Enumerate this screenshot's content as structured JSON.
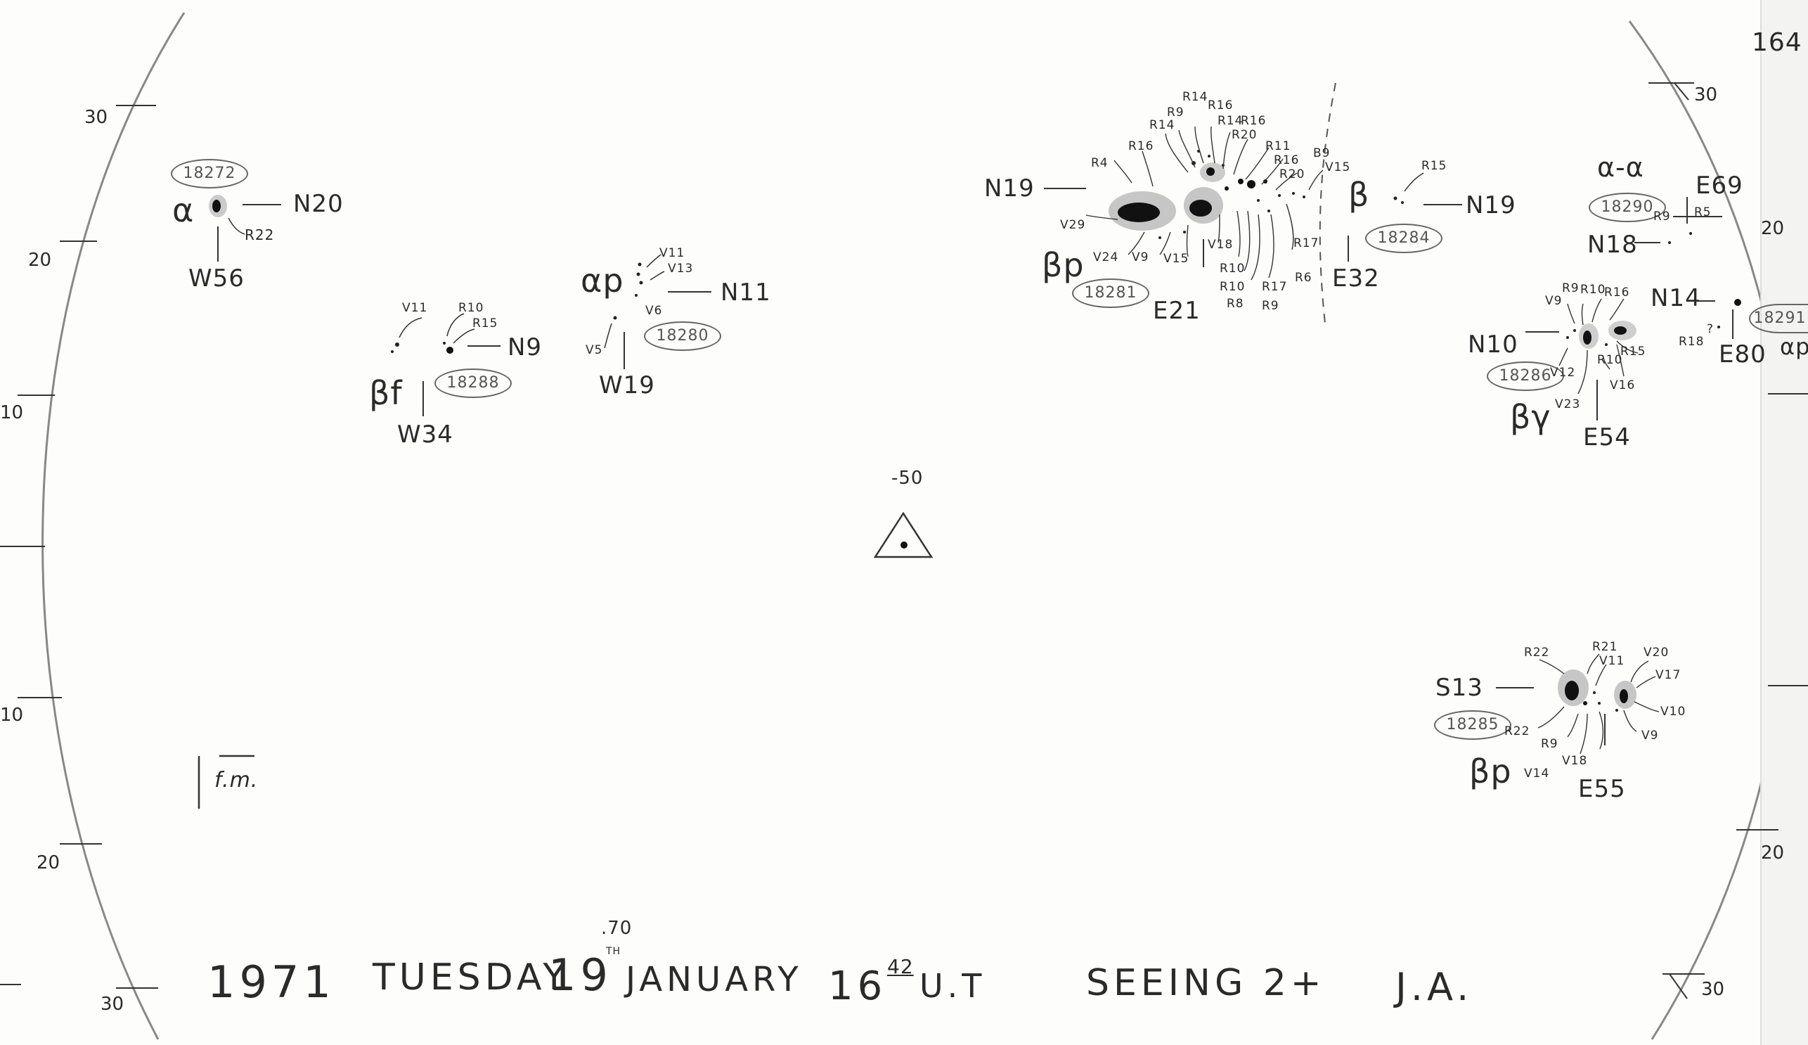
{
  "page_number": "164",
  "scale_left": [
    "30",
    "20",
    "10",
    "10",
    "20",
    "30"
  ],
  "scale_right": [
    "30",
    "20",
    "20",
    "30"
  ],
  "center_mark": "-50",
  "scale_bar_label": "f.m.",
  "groups": [
    {
      "noaa": "18272",
      "class": "α",
      "lat": "N20",
      "lon": "W56",
      "spots": [
        "R22"
      ]
    },
    {
      "noaa": "18288",
      "class": "βf",
      "lat": "N9",
      "lon": "W34",
      "spots": [
        "V11",
        "R10",
        "R15"
      ]
    },
    {
      "noaa": "18280",
      "class": "αp",
      "lat": "N11",
      "lon": "W19",
      "spots": [
        "V11",
        "V13",
        "V6",
        "V5"
      ]
    },
    {
      "noaa": "18281",
      "class": "βp",
      "lat": "N19",
      "lon": "E21",
      "spots": [
        "R4",
        "R16",
        "R14",
        "R9",
        "R14",
        "R16",
        "R14",
        "R16",
        "R20",
        "R11",
        "R16",
        "R20",
        "V29",
        "V24",
        "V9",
        "V15",
        "V18",
        "R10",
        "R10",
        "R8",
        "R17",
        "R9",
        "R6",
        "R17",
        "B9",
        "V15"
      ]
    },
    {
      "noaa": "18284",
      "class": "β",
      "lat": "N19",
      "lon": "E32",
      "spots": [
        "R15"
      ]
    },
    {
      "noaa": "18290",
      "class": "α-α",
      "lat": "N18",
      "lon": "E69",
      "spots": [
        "R9",
        "R5"
      ]
    },
    {
      "noaa": "18286",
      "class": "βγ",
      "lat": "N10",
      "lon": "E54",
      "spots": [
        "V9",
        "R9",
        "R10",
        "R16",
        "V12",
        "R10",
        "R15",
        "V23",
        "V16"
      ]
    },
    {
      "noaa": "18291",
      "class": "αp",
      "lat": "N14",
      "lon": "E80",
      "spots": [
        "R18",
        "?"
      ]
    },
    {
      "noaa": "18285",
      "class": "βp",
      "lat": "S13",
      "lon": "E55",
      "spots": [
        "R22",
        "R21",
        "V11",
        "V20",
        "V17",
        "V10",
        "V9",
        "R22",
        "R9",
        "V14",
        "V18"
      ]
    }
  ],
  "footer": {
    "year": "1971",
    "day": "TUESDAY",
    "date": "19",
    "date_suffix": "TH",
    "date_decimal": ".70",
    "month": "JANUARY",
    "hour": "16",
    "minute": "42",
    "time_suffix": "U.T",
    "seeing": "SEEING 2+",
    "observer": "J.A."
  },
  "colors": {
    "ink": "#2a2a2a",
    "spot": "#111111",
    "penumbra": "#9a9a9a",
    "paper": "#fdfdfc"
  }
}
